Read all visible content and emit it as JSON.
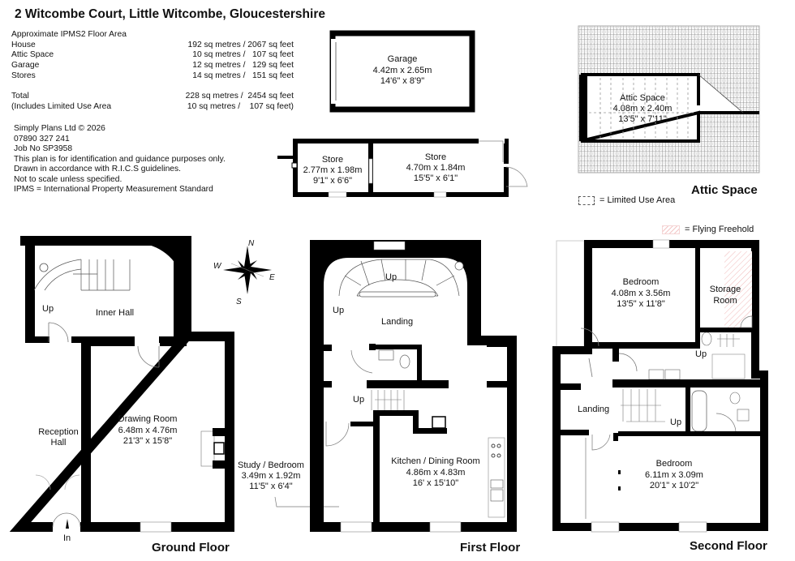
{
  "title": "2 Witcombe Court, Little Witcombe, Gloucestershire",
  "areas": {
    "heading": "Approximate IPMS2 Floor Area",
    "rows": [
      {
        "label": "House",
        "value": "192 sq metres / 2067 sq feet"
      },
      {
        "label": "Attic Space",
        "value": "10 sq metres /   107 sq feet"
      },
      {
        "label": "Garage",
        "value": "12 sq metres /   129 sq feet"
      },
      {
        "label": "Stores",
        "value": "14 sq metres /   151 sq feet"
      }
    ],
    "total": {
      "label": "Total",
      "value": "228 sq metres /  2454 sq feet"
    },
    "limited": {
      "label": "(Includes Limited Use Area",
      "value": "10 sq metres /    107 sq feet)"
    }
  },
  "credits": [
    "Simply Plans Ltd © 2026",
    "07890 327 241",
    "Job No SP3958",
    "This plan is for identification and guidance purposes only.",
    "Drawn in accordance with R.I.C.S guidelines.",
    "Not to scale unless specified.",
    "IPMS = International Property Measurement Standard"
  ],
  "legend": {
    "limited_use": "= Limited Use Area",
    "flying_freehold": "= Flying Freehold"
  },
  "compass": {
    "n": "N",
    "s": "S",
    "e": "E",
    "w": "W"
  },
  "floors": {
    "attic": "Attic Space",
    "ground": "Ground Floor",
    "first": "First Floor",
    "second": "Second Floor"
  },
  "rooms": {
    "garage": {
      "name": "Garage",
      "metric": "4.42m x 2.65m",
      "imperial": "14'6\" x 8'9\""
    },
    "store1": {
      "name": "Store",
      "metric": "2.77m x 1.98m",
      "imperial": "9'1\" x 6'6\""
    },
    "store2": {
      "name": "Store",
      "metric": "4.70m x 1.84m",
      "imperial": "15'5\" x 6'1\""
    },
    "attic": {
      "name": "Attic Space",
      "metric": "4.08m x 2.40m",
      "imperial": "13'5\" x 7'11\""
    },
    "inner_hall": {
      "name": "Inner Hall"
    },
    "reception_hall": {
      "name1": "Reception",
      "name2": "Hall"
    },
    "drawing_room": {
      "name": "Drawing Room",
      "metric": "6.48m x 4.76m",
      "imperial": "21'3\" x 15'8\""
    },
    "study": {
      "name": "Study / Bedroom",
      "metric": "3.49m  x 1.92m",
      "imperial": "11'5\" x 6'4\""
    },
    "landing1": {
      "name": "Landing"
    },
    "kitchen": {
      "name": "Kitchen / Dining Room",
      "metric": "4.86m x 4.83m",
      "imperial": "16' x 15'10\""
    },
    "bedroom1": {
      "name": "Bedroom",
      "metric": "4.08m x 3.56m",
      "imperial": "13'5\" x 11'8\""
    },
    "storage": {
      "name1": "Storage",
      "name2": "Room"
    },
    "landing2": {
      "name": "Landing"
    },
    "bedroom2": {
      "name": "Bedroom",
      "metric": "6.11m x 3.09m",
      "imperial": "20'1\" x 10'2\""
    }
  },
  "annotations": {
    "up": "Up",
    "in": "In"
  }
}
